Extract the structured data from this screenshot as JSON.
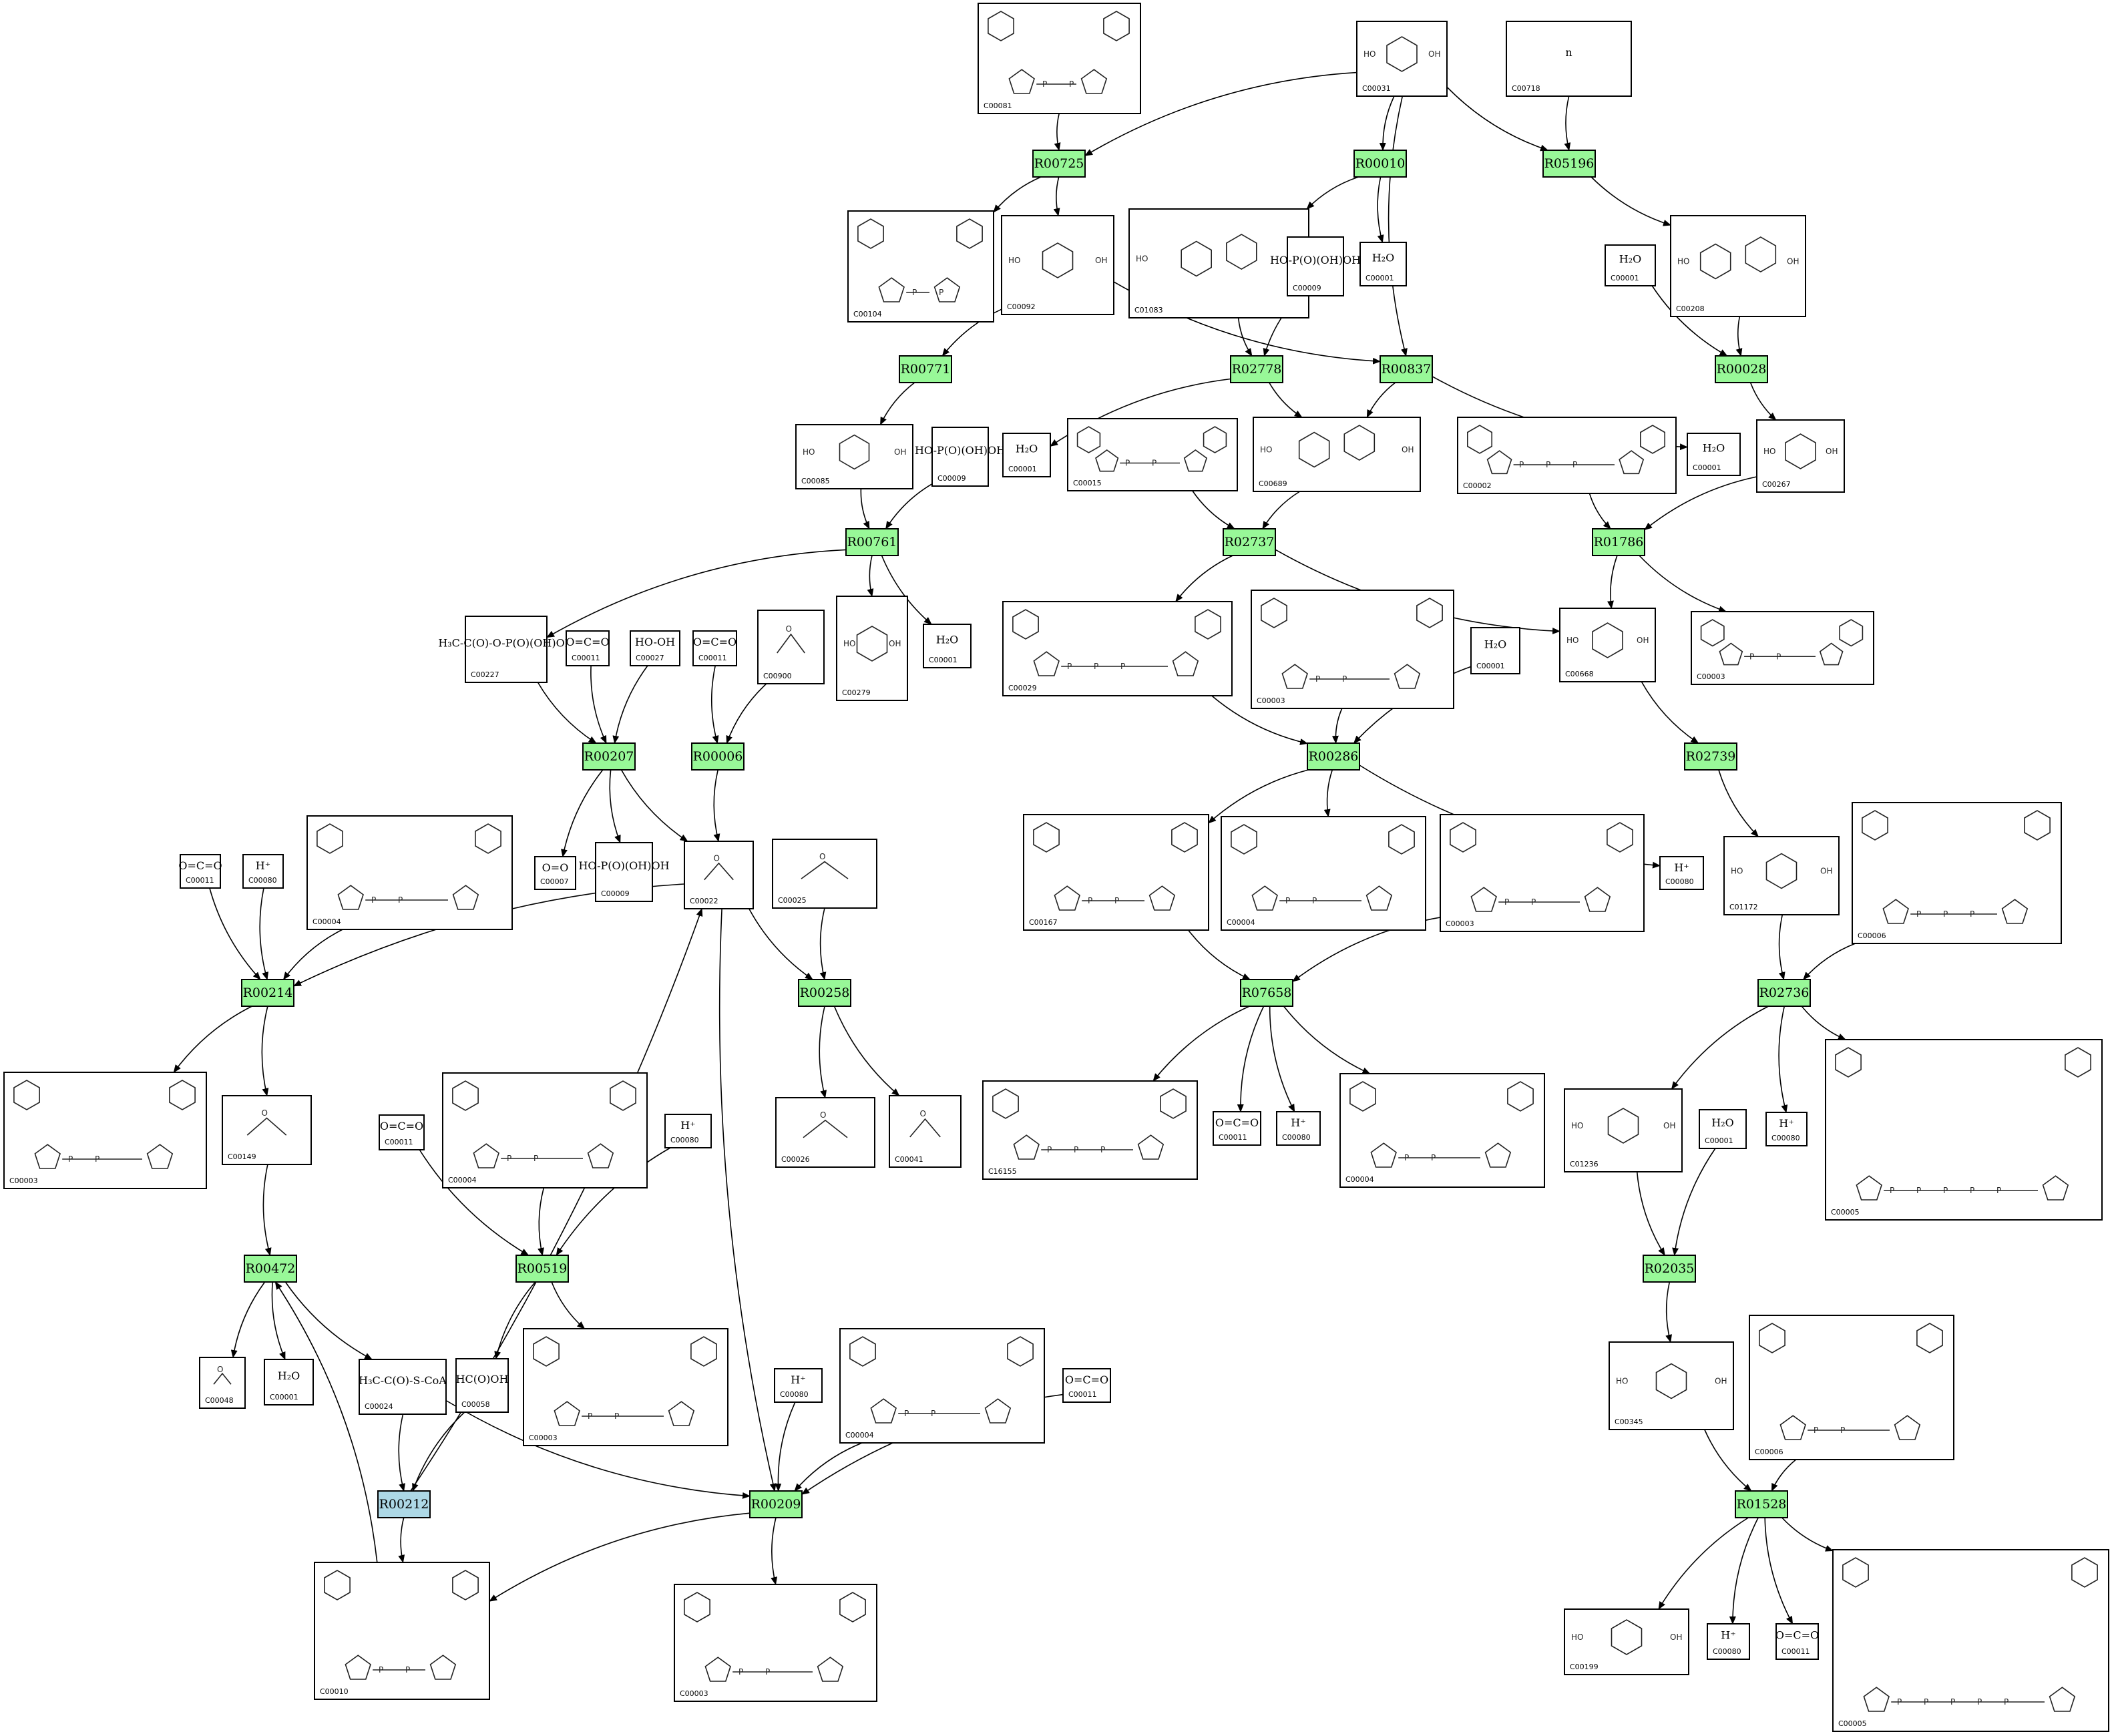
{
  "diagram_title": "Metabolic reaction network",
  "colors": {
    "reaction_default": "#98f898",
    "reaction_highlight": "#add8e6",
    "box_stroke": "#000000",
    "edge": "#000000",
    "background": "#ffffff"
  },
  "reactions": [
    {
      "id": "R00725",
      "highlight": false
    },
    {
      "id": "R00010",
      "highlight": false
    },
    {
      "id": "R05196",
      "highlight": false
    },
    {
      "id": "R00771",
      "highlight": false
    },
    {
      "id": "R02778",
      "highlight": false
    },
    {
      "id": "R00837",
      "highlight": false
    },
    {
      "id": "R00028",
      "highlight": false
    },
    {
      "id": "R00761",
      "highlight": false
    },
    {
      "id": "R02737",
      "highlight": false
    },
    {
      "id": "R01786",
      "highlight": false
    },
    {
      "id": "R00207",
      "highlight": false
    },
    {
      "id": "R00006",
      "highlight": false
    },
    {
      "id": "R00286",
      "highlight": false
    },
    {
      "id": "R02739",
      "highlight": false
    },
    {
      "id": "R00214",
      "highlight": false
    },
    {
      "id": "R00258",
      "highlight": false
    },
    {
      "id": "R07658",
      "highlight": false
    },
    {
      "id": "R02736",
      "highlight": false
    },
    {
      "id": "R00472",
      "highlight": false
    },
    {
      "id": "R00519",
      "highlight": false
    },
    {
      "id": "R02035",
      "highlight": false
    },
    {
      "id": "R00212",
      "highlight": true
    },
    {
      "id": "R00209",
      "highlight": false
    },
    {
      "id": "R01528",
      "highlight": false
    }
  ],
  "compounds": [
    {
      "key": "n00081",
      "id": "C00081",
      "formula": "",
      "icon": "nucleotide-structure-icon"
    },
    {
      "key": "n00031",
      "id": "C00031",
      "formula": "",
      "icon": "sugar-ring-structure-icon"
    },
    {
      "key": "n00718",
      "id": "C00718",
      "formula": "n",
      "icon": "polymer-structure-icon"
    },
    {
      "key": "n00104",
      "id": "C00104",
      "formula": "",
      "icon": "nucleotide-structure-icon"
    },
    {
      "key": "n00092",
      "id": "C00092",
      "formula": "",
      "icon": "sugar-phosphate-structure-icon"
    },
    {
      "key": "n01083",
      "id": "C01083",
      "formula": "",
      "icon": "disaccharide-structure-icon"
    },
    {
      "key": "n00009a",
      "id": "C00009",
      "formula": "HO-P(O)(OH)OH",
      "icon": "phosphate-structure-icon"
    },
    {
      "key": "n00001a",
      "id": "C00001",
      "formula": "H₂O",
      "icon": "water-structure-icon"
    },
    {
      "key": "n00208",
      "id": "C00208",
      "formula": "",
      "icon": "disaccharide-structure-icon"
    },
    {
      "key": "n00001b",
      "id": "C00001",
      "formula": "H₂O",
      "icon": "water-structure-icon"
    },
    {
      "key": "n00085",
      "id": "C00085",
      "formula": "",
      "icon": "sugar-phosphate-structure-icon"
    },
    {
      "key": "n00009b",
      "id": "C00009",
      "formula": "HO-P(O)(OH)OH",
      "icon": "phosphate-structure-icon"
    },
    {
      "key": "n00001c",
      "id": "C00001",
      "formula": "H₂O",
      "icon": "water-structure-icon"
    },
    {
      "key": "n00015",
      "id": "C00015",
      "formula": "",
      "icon": "nucleotide-structure-icon"
    },
    {
      "key": "n00689",
      "id": "C00689",
      "formula": "",
      "icon": "disaccharide-structure-icon"
    },
    {
      "key": "n00002",
      "id": "C00002",
      "formula": "",
      "icon": "nucleotide-structure-icon"
    },
    {
      "key": "n00001d",
      "id": "C00001",
      "formula": "H₂O",
      "icon": "water-structure-icon"
    },
    {
      "key": "n00267",
      "id": "C00267",
      "formula": "",
      "icon": "sugar-ring-structure-icon"
    },
    {
      "key": "n00227",
      "id": "C00227",
      "formula": "H₃C-C(O)-O-P(O)(OH)OH",
      "icon": "acyl-phosphate-structure-icon"
    },
    {
      "key": "n00011a",
      "id": "C00011",
      "formula": "O=C=O",
      "icon": "co2-structure-icon"
    },
    {
      "key": "n00027",
      "id": "C00027",
      "formula": "HO-OH",
      "icon": "peroxide-structure-icon"
    },
    {
      "key": "n00011b",
      "id": "C00011",
      "formula": "O=C=O",
      "icon": "co2-structure-icon"
    },
    {
      "key": "n00900",
      "id": "C00900",
      "formula": "",
      "icon": "keto-acid-structure-icon"
    },
    {
      "key": "n00279",
      "id": "C00279",
      "formula": "",
      "icon": "sugar-phosphate-structure-icon"
    },
    {
      "key": "n00001e",
      "id": "C00001",
      "formula": "H₂O",
      "icon": "water-structure-icon"
    },
    {
      "key": "n00029",
      "id": "C00029",
      "formula": "",
      "icon": "nucleotide-sugar-structure-icon"
    },
    {
      "key": "n00003a",
      "id": "C00003",
      "formula": "",
      "icon": "nad-structure-icon"
    },
    {
      "key": "n00001f",
      "id": "C00001",
      "formula": "H₂O",
      "icon": "water-structure-icon"
    },
    {
      "key": "n00668",
      "id": "C00668",
      "formula": "",
      "icon": "sugar-phosphate-structure-icon"
    },
    {
      "key": "n00003b",
      "id": "C00003",
      "formula": "",
      "icon": "nucleotide-structure-icon"
    },
    {
      "key": "n00011c",
      "id": "C00011",
      "formula": "O=C=O",
      "icon": "co2-structure-icon"
    },
    {
      "key": "n00080a",
      "id": "C00080",
      "formula": "H⁺",
      "icon": "proton-structure-icon"
    },
    {
      "key": "n00004a",
      "id": "C00004",
      "formula": "",
      "icon": "nadh-structure-icon"
    },
    {
      "key": "n00007",
      "id": "C00007",
      "formula": "O=O",
      "icon": "oxygen-structure-icon"
    },
    {
      "key": "n00009c",
      "id": "C00009",
      "formula": "HO-P(O)(OH)OH",
      "icon": "phosphate-structure-icon"
    },
    {
      "key": "n00022",
      "id": "C00022",
      "formula": "",
      "icon": "pyruvate-structure-icon"
    },
    {
      "key": "n00025",
      "id": "C00025",
      "formula": "",
      "icon": "amino-acid-structure-icon"
    },
    {
      "key": "n00167",
      "id": "C00167",
      "formula": "",
      "icon": "nucleotide-sugar-structure-icon"
    },
    {
      "key": "n00004b",
      "id": "C00004",
      "formula": "",
      "icon": "nadh-structure-icon"
    },
    {
      "key": "n00003c",
      "id": "C00003",
      "formula": "",
      "icon": "nad-structure-icon"
    },
    {
      "key": "n00080b",
      "id": "C00080",
      "formula": "H⁺",
      "icon": "proton-structure-icon"
    },
    {
      "key": "n01172",
      "id": "C01172",
      "formula": "",
      "icon": "sugar-phosphate-structure-icon"
    },
    {
      "key": "n00006a",
      "id": "C00006",
      "formula": "",
      "icon": "nadp-structure-icon"
    },
    {
      "key": "n00003d",
      "id": "C00003",
      "formula": "",
      "icon": "nad-structure-icon"
    },
    {
      "key": "n00149",
      "id": "C00149",
      "formula": "",
      "icon": "malate-structure-icon"
    },
    {
      "key": "n00026",
      "id": "C00026",
      "formula": "",
      "icon": "keto-acid-structure-icon"
    },
    {
      "key": "n00041",
      "id": "C00041",
      "formula": "",
      "icon": "amino-acid-structure-icon"
    },
    {
      "key": "n16155",
      "id": "C16155",
      "formula": "",
      "icon": "nucleotide-sugar-structure-icon"
    },
    {
      "key": "n00011d",
      "id": "C00011",
      "formula": "O=C=O",
      "icon": "co2-structure-icon"
    },
    {
      "key": "n00080c",
      "id": "C00080",
      "formula": "H⁺",
      "icon": "proton-structure-icon"
    },
    {
      "key": "n00004c",
      "id": "C00004",
      "formula": "",
      "icon": "nadh-structure-icon"
    },
    {
      "key": "n01236",
      "id": "C01236",
      "formula": "",
      "icon": "sugar-phosphate-structure-icon"
    },
    {
      "key": "n00001g",
      "id": "C00001",
      "formula": "H₂O",
      "icon": "water-structure-icon"
    },
    {
      "key": "n00080d",
      "id": "C00080",
      "formula": "H⁺",
      "icon": "proton-structure-icon"
    },
    {
      "key": "n00005a",
      "id": "C00005",
      "formula": "",
      "icon": "nadph-structure-icon"
    },
    {
      "key": "n00011e",
      "id": "C00011",
      "formula": "O=C=O",
      "icon": "co2-structure-icon"
    },
    {
      "key": "n00004d",
      "id": "C00004",
      "formula": "",
      "icon": "nadh-structure-icon"
    },
    {
      "key": "n00080e",
      "id": "C00080",
      "formula": "H⁺",
      "icon": "proton-structure-icon"
    },
    {
      "key": "n00048",
      "id": "C00048",
      "formula": "",
      "icon": "glyoxylate-structure-icon"
    },
    {
      "key": "n00001h",
      "id": "C00001",
      "formula": "H₂O",
      "icon": "water-structure-icon"
    },
    {
      "key": "n00024",
      "id": "C00024",
      "formula": "H₃C-C(O)-S-CoA",
      "icon": "acetyl-coa-structure-icon"
    },
    {
      "key": "n00058",
      "id": "C00058",
      "formula": "HC(O)OH",
      "icon": "formate-structure-icon"
    },
    {
      "key": "n00003e",
      "id": "C00003",
      "formula": "",
      "icon": "nad-structure-icon"
    },
    {
      "key": "n00080f",
      "id": "C00080",
      "formula": "H⁺",
      "icon": "proton-structure-icon"
    },
    {
      "key": "n00004e",
      "id": "C00004",
      "formula": "",
      "icon": "nadh-structure-icon"
    },
    {
      "key": "n00011f",
      "id": "C00011",
      "formula": "O=C=O",
      "icon": "co2-structure-icon"
    },
    {
      "key": "n00345",
      "id": "C00345",
      "formula": "",
      "icon": "sugar-acid-phosphate-structure-icon"
    },
    {
      "key": "n00006b",
      "id": "C00006",
      "formula": "",
      "icon": "nadp-structure-icon"
    },
    {
      "key": "n00010",
      "id": "C00010",
      "formula": "",
      "icon": "coa-structure-icon"
    },
    {
      "key": "n00003f",
      "id": "C00003",
      "formula": "",
      "icon": "nad-structure-icon"
    },
    {
      "key": "n00199",
      "id": "C00199",
      "formula": "",
      "icon": "sugar-phosphate-structure-icon"
    },
    {
      "key": "n00080g",
      "id": "C00080",
      "formula": "H⁺",
      "icon": "proton-structure-icon"
    },
    {
      "key": "n00011g",
      "id": "C00011",
      "formula": "O=C=O",
      "icon": "co2-structure-icon"
    },
    {
      "key": "n00005b",
      "id": "C00005",
      "formula": "",
      "icon": "nadph-structure-icon"
    }
  ],
  "edges": [
    [
      "n00081",
      "R00725"
    ],
    [
      "n00031",
      "R00725"
    ],
    [
      "R00725",
      "n00104"
    ],
    [
      "R00725",
      "n00092"
    ],
    [
      "n00031",
      "R00010"
    ],
    [
      "R00010",
      "n01083"
    ],
    [
      "R00010",
      "n00001a"
    ],
    [
      "n00031",
      "R00837"
    ],
    [
      "n00031",
      "R05196"
    ],
    [
      "n00718",
      "R05196"
    ],
    [
      "R05196",
      "n00208"
    ],
    [
      "n00092",
      "R00771"
    ],
    [
      "R00771",
      "n00085"
    ],
    [
      "n00092",
      "R00837"
    ],
    [
      "n01083",
      "R02778"
    ],
    [
      "n00009a",
      "R02778"
    ],
    [
      "R02778",
      "n00001c"
    ],
    [
      "R02778",
      "n00689"
    ],
    [
      "R00837",
      "n00689"
    ],
    [
      "R00837",
      "n00001d"
    ],
    [
      "n00001b",
      "R00028"
    ],
    [
      "n00208",
      "R00028"
    ],
    [
      "R00028",
      "n00267"
    ],
    [
      "n00085",
      "R00761"
    ],
    [
      "n00009b",
      "R00761"
    ],
    [
      "R00761",
      "n00227"
    ],
    [
      "R00761",
      "n00279"
    ],
    [
      "R00761",
      "n00001e"
    ],
    [
      "n00015",
      "R02737"
    ],
    [
      "n00689",
      "R02737"
    ],
    [
      "R02737",
      "n00029"
    ],
    [
      "R02737",
      "n00668"
    ],
    [
      "n00002",
      "R01786"
    ],
    [
      "n00267",
      "R01786"
    ],
    [
      "R01786",
      "n00668"
    ],
    [
      "R01786",
      "n00003b"
    ],
    [
      "n00227",
      "R00207"
    ],
    [
      "n00011a",
      "R00207"
    ],
    [
      "n00027",
      "R00207"
    ],
    [
      "R00207",
      "n00007"
    ],
    [
      "R00207",
      "n00009c"
    ],
    [
      "R00207",
      "n00022"
    ],
    [
      "n00011b",
      "R00006"
    ],
    [
      "n00900",
      "R00006"
    ],
    [
      "R00006",
      "n00022"
    ],
    [
      "n00029",
      "R00286"
    ],
    [
      "n00003a",
      "R00286"
    ],
    [
      "n00001f",
      "R00286"
    ],
    [
      "R00286",
      "n00167"
    ],
    [
      "R00286",
      "n00004b"
    ],
    [
      "R00286",
      "n00080b"
    ],
    [
      "n00668",
      "R02739"
    ],
    [
      "R02739",
      "n01172"
    ],
    [
      "n00011c",
      "R00214"
    ],
    [
      "n00080a",
      "R00214"
    ],
    [
      "n00004a",
      "R00214"
    ],
    [
      "n00022",
      "R00214"
    ],
    [
      "R00214",
      "n00003d"
    ],
    [
      "R00214",
      "n00149"
    ],
    [
      "n00022",
      "R00258"
    ],
    [
      "n00025",
      "R00258"
    ],
    [
      "R00258",
      "n00026"
    ],
    [
      "R00258",
      "n00041"
    ],
    [
      "n00167",
      "R07658"
    ],
    [
      "n00003c",
      "R07658"
    ],
    [
      "R07658",
      "n16155"
    ],
    [
      "R07658",
      "n00011d"
    ],
    [
      "R07658",
      "n00080c"
    ],
    [
      "R07658",
      "n00004c"
    ],
    [
      "n01172",
      "R02736"
    ],
    [
      "n00006a",
      "R02736"
    ],
    [
      "R02736",
      "n01236"
    ],
    [
      "R02736",
      "n00080d"
    ],
    [
      "R02736",
      "n00005a"
    ],
    [
      "n00149",
      "R00472"
    ],
    [
      "R00472",
      "n00048"
    ],
    [
      "R00472",
      "n00001h"
    ],
    [
      "R00472",
      "n00024"
    ],
    [
      "n00011e",
      "R00519"
    ],
    [
      "n00004d",
      "R00519"
    ],
    [
      "n00080e",
      "R00519"
    ],
    [
      "R00519",
      "n00058"
    ],
    [
      "R00519",
      "n00003e"
    ],
    [
      "n01236",
      "R02035"
    ],
    [
      "n00001g",
      "R02035"
    ],
    [
      "R02035",
      "n00345"
    ],
    [
      "n00024",
      "R00212"
    ],
    [
      "n00058",
      "R00212"
    ],
    [
      "R00212",
      "n00010"
    ],
    [
      "R00212",
      "n00022"
    ],
    [
      "n00024",
      "R00209"
    ],
    [
      "n00022",
      "R00209"
    ],
    [
      "n00080f",
      "R00209"
    ],
    [
      "n00004e",
      "R00209"
    ],
    [
      "n00011f",
      "R00209"
    ],
    [
      "R00209",
      "n00010"
    ],
    [
      "R00209",
      "n00003f"
    ],
    [
      "n00010",
      "R00472"
    ],
    [
      "n00345",
      "R01528"
    ],
    [
      "n00006b",
      "R01528"
    ],
    [
      "R01528",
      "n00199"
    ],
    [
      "R01528",
      "n00080g"
    ],
    [
      "R01528",
      "n00011g"
    ],
    [
      "R01528",
      "n00005b"
    ]
  ]
}
